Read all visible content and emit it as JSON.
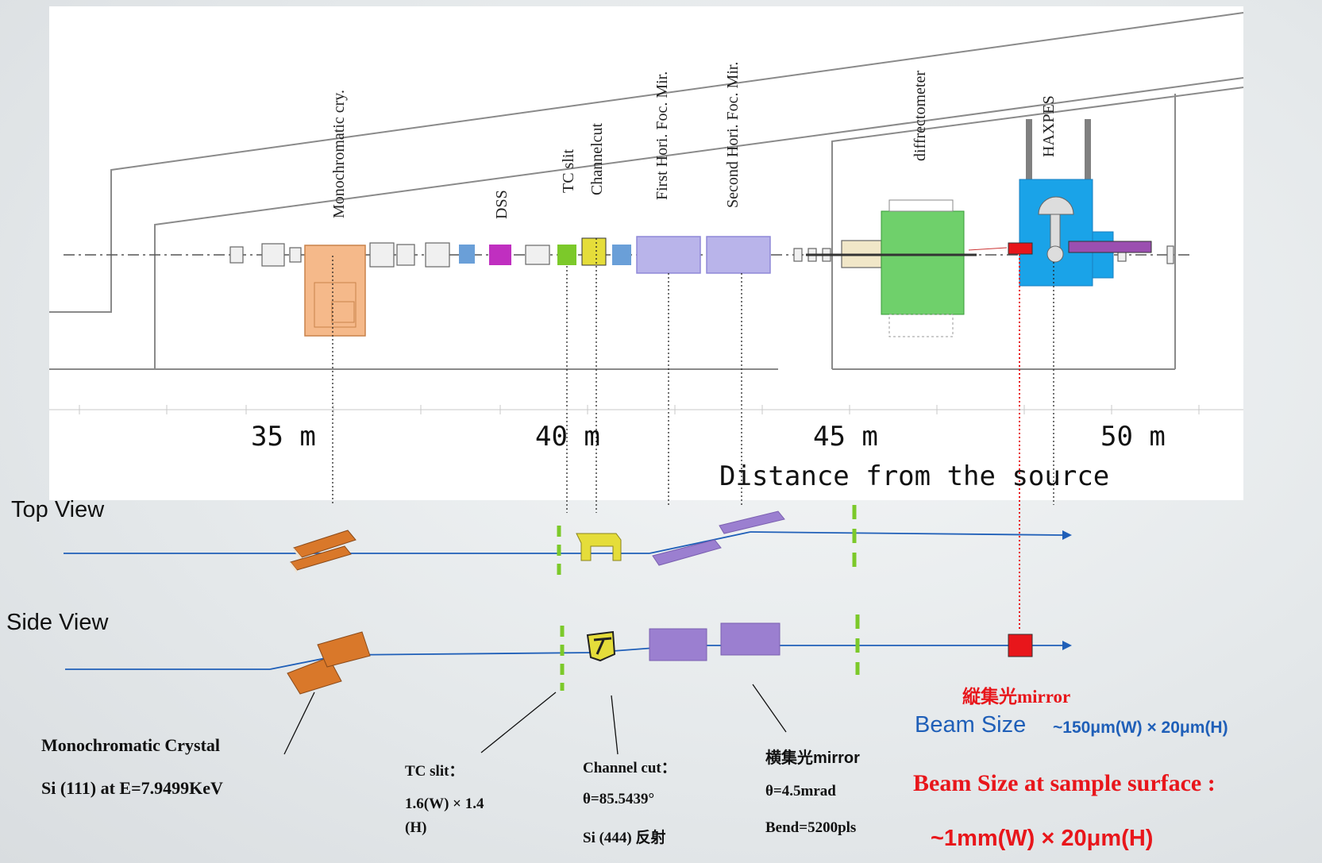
{
  "components": {
    "mono_cry": "Monochromatic cry.",
    "dss": "DSS",
    "tc_slit": "TC slit",
    "channelcut": "Channelcut",
    "first_mirror": "First Hori. Foc. Mir.",
    "second_mirror": "Second Hori. Foc. Mir.",
    "diffractometer": "diffrectometer",
    "haxpes": "HAXPES"
  },
  "axis": {
    "ticks": [
      "35 m",
      "40 m",
      "45 m",
      "50 m"
    ],
    "title": "Distance from the source"
  },
  "views": {
    "top": "Top View",
    "side": "Side View"
  },
  "notes": {
    "mono_1": "Monochromatic Crystal",
    "mono_2": "Si (111)  at E=7.9499KeV",
    "tc_1": "TC slit：",
    "tc_2": "1.6(W) × 1.4",
    "tc_3": "(H)",
    "cc_1": "Channel cut：",
    "cc_2": "θ=85.5439°",
    "cc_3": "Si (444) 反射",
    "hm_1": "横集光mirror",
    "hm_2": "θ=4.5mrad",
    "hm_3": "Bend=5200pls",
    "vm": "縦集光mirror",
    "beam_label": "Beam Size",
    "beam_value": "~150μm(W) × 20μm(H)",
    "sample_title": "Beam Size at sample surface :",
    "sample_value": "~1mm(W) × 20μm(H)"
  },
  "colors": {
    "beam": "#1f5fb8",
    "mono": "#f5b98a",
    "crystal": "#d9782a",
    "mirror": "#9b7fd0",
    "mirror_box": "#b9b4ea",
    "diffractometer": "#6fd06b",
    "haxpes": "#1aa3e8",
    "red": "#e8161b",
    "slit": "#7cc92a"
  }
}
